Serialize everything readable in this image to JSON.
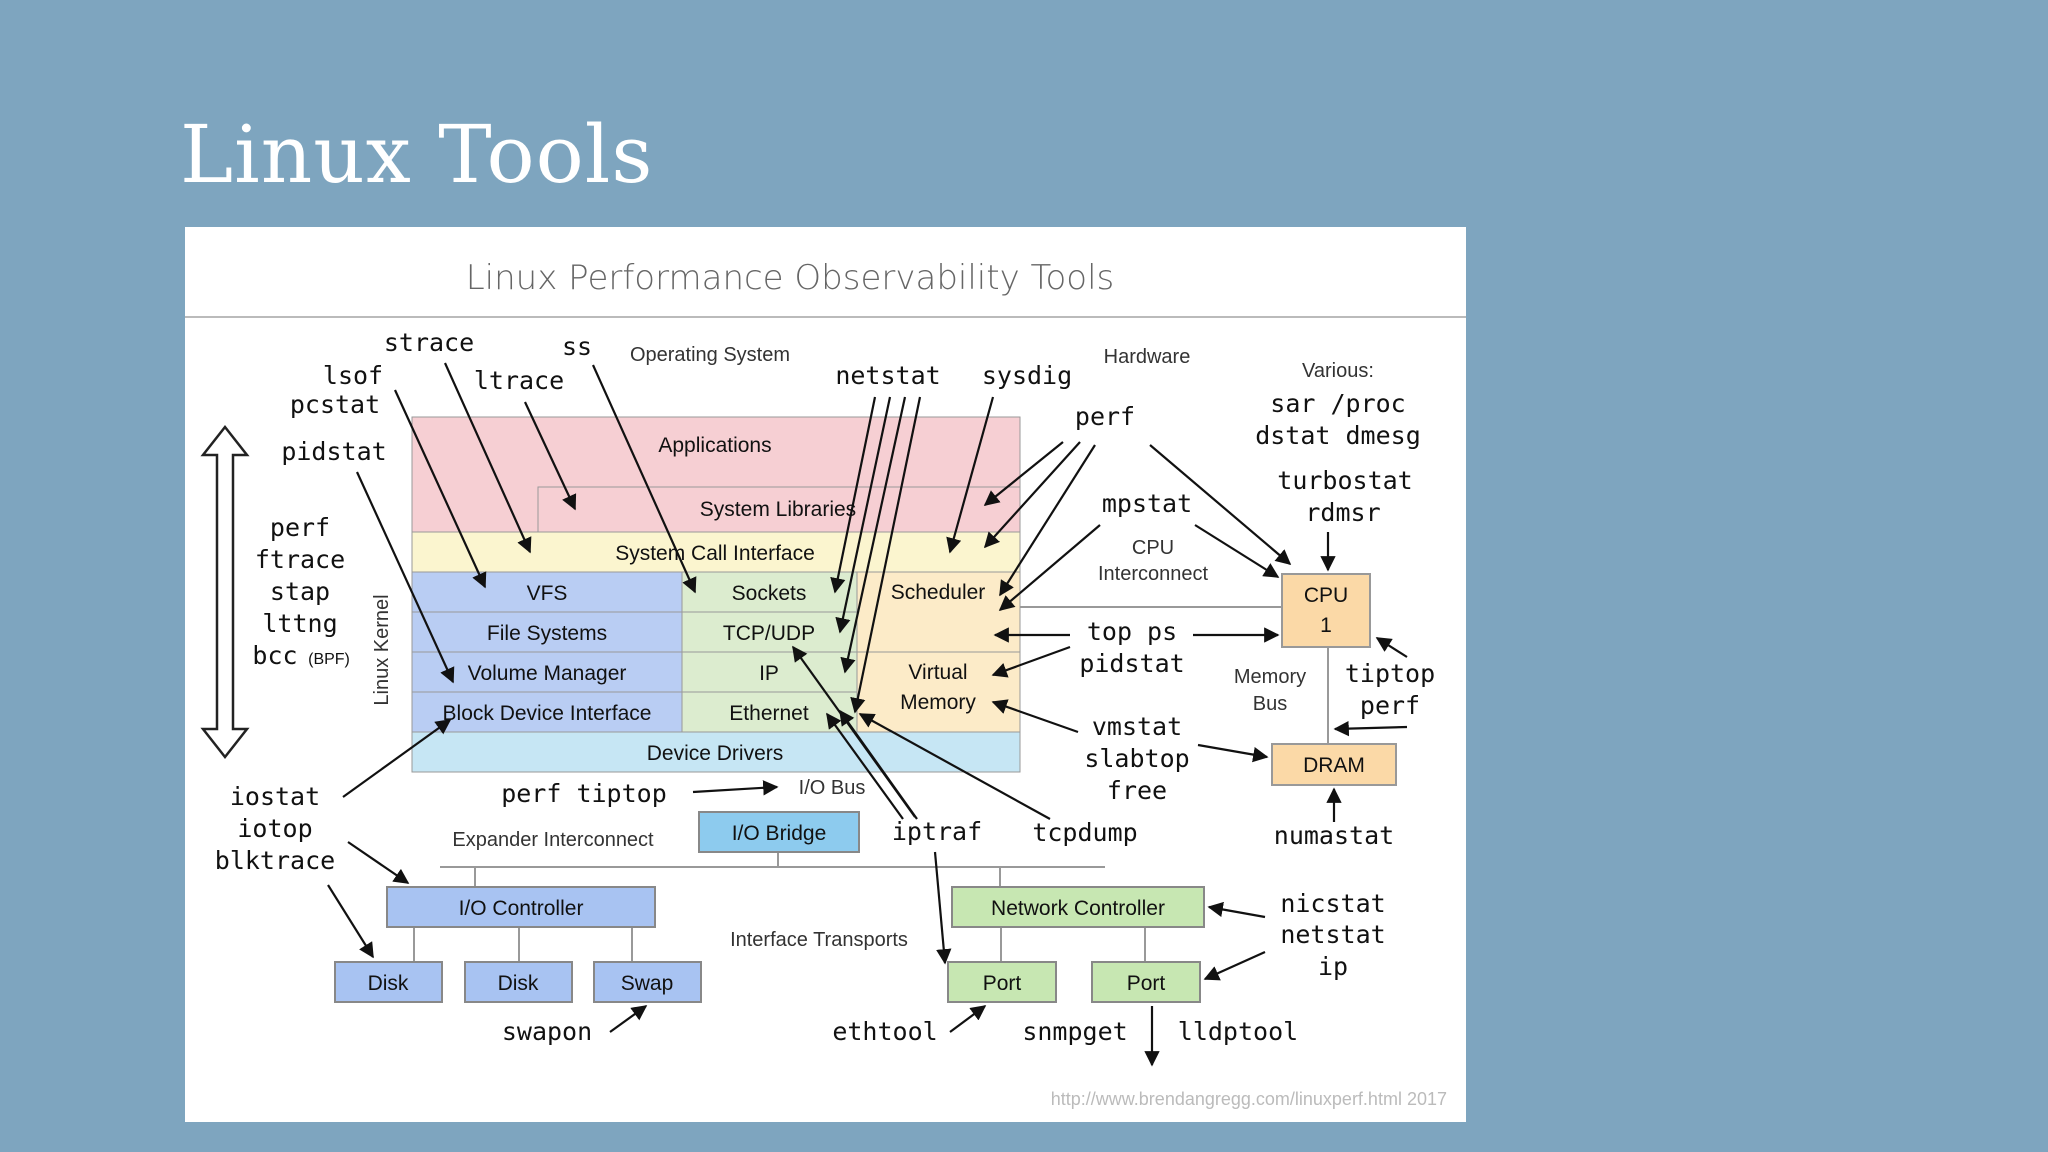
{
  "slide": {
    "title": "Linux Tools"
  },
  "diagram": {
    "title": "Linux Performance Observability Tools",
    "credit": "http://www.brendangregg.com/linuxperf.html 2017",
    "regions": {
      "os": "Operating System",
      "hardware": "Hardware",
      "various": "Various:",
      "kernel": "Linux Kernel",
      "expander": "Expander Interconnect",
      "io_bus": "I/O Bus",
      "interface_transports": "Interface Transports",
      "cpu_interconnect_1": "CPU",
      "cpu_interconnect_2": "Interconnect",
      "memory_bus_1": "Memory",
      "memory_bus_2": "Bus"
    },
    "stack": {
      "applications": "Applications",
      "system_libraries": "System Libraries",
      "syscall": "System Call Interface",
      "vfs": "VFS",
      "file_systems": "File Systems",
      "volume_manager": "Volume Manager",
      "block_device": "Block Device Interface",
      "sockets": "Sockets",
      "tcp_udp": "TCP/UDP",
      "ip": "IP",
      "ethernet": "Ethernet",
      "scheduler": "Scheduler",
      "virtual_memory_1": "Virtual",
      "virtual_memory_2": "Memory",
      "device_drivers": "Device Drivers"
    },
    "hw": {
      "cpu_1": "CPU",
      "cpu_2": "1",
      "dram": "DRAM",
      "io_bridge": "I/O Bridge",
      "io_controller": "I/O Controller",
      "disk_1": "Disk",
      "disk_2": "Disk",
      "swap": "Swap",
      "network_controller": "Network Controller",
      "port_1": "Port",
      "port_2": "Port"
    },
    "tools": {
      "strace": "strace",
      "ss": "ss",
      "lsof": "lsof",
      "ltrace": "ltrace",
      "pcstat": "pcstat",
      "pidstat_left": "pidstat",
      "netstat": "netstat",
      "sysdig": "sysdig",
      "perf_top": "perf",
      "sar_proc": "sar /proc",
      "dstat_dmesg": "dstat dmesg",
      "turbostat": "turbostat",
      "rdmsr": "rdmsr",
      "mpstat": "mpstat",
      "perf_side": "perf",
      "ftrace": "ftrace",
      "stap": "stap",
      "lttng": "lttng",
      "bcc": "bcc",
      "bcc_bpf": "(BPF)",
      "top_ps": "top ps",
      "pidstat_mid": "pidstat",
      "tiptop": "tiptop",
      "perf_cpu": "perf",
      "vmstat": "vmstat",
      "slabtop": "slabtop",
      "free": "free",
      "iostat": "iostat",
      "iotop": "iotop",
      "blktrace": "blktrace",
      "perf_tiptop": "perf tiptop",
      "iptraf": "iptraf",
      "tcpdump": "tcpdump",
      "numastat": "numastat",
      "nicstat": "nicstat",
      "netstat_right": "netstat",
      "ip": "ip",
      "swapon": "swapon",
      "ethtool": "ethtool",
      "snmpget": "snmpget",
      "lldptool": "lldptool"
    },
    "colors": {
      "applications": "#f6cfd3",
      "syscall": "#fbf5cf",
      "vfs_blue": "#b9cdf3",
      "network_green": "#dceccf",
      "scheduler_beige": "#fcebc8",
      "device_drivers": "#c6e6f4",
      "cpu_orange": "#fbd9a7",
      "io_bridge": "#8dcbee",
      "io_controller": "#a8c3f2",
      "network_controller": "#c7e7b2"
    }
  }
}
